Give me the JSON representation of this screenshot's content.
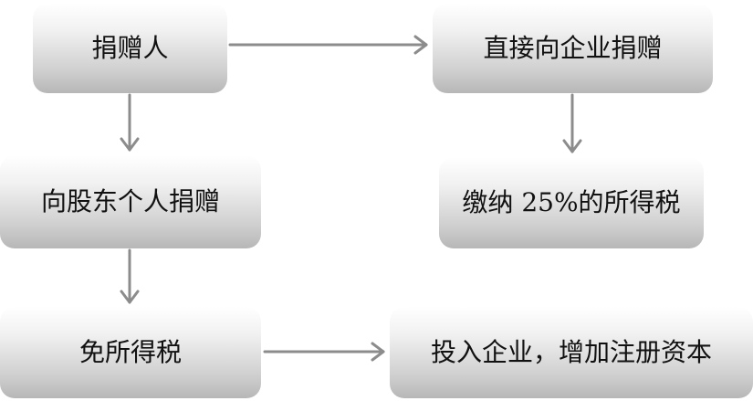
{
  "nodes": {
    "donor": "捐赠人",
    "direct_to_company": "直接向企业捐赠",
    "to_shareholder": "向股东个人捐赠",
    "pay_tax": "缴纳 25%的所得税",
    "tax_exempt": "免所得税",
    "invest_capital": "投入企业，增加注册资本"
  },
  "edges": [
    {
      "from": "donor",
      "to": "direct_to_company"
    },
    {
      "from": "donor",
      "to": "to_shareholder"
    },
    {
      "from": "direct_to_company",
      "to": "pay_tax"
    },
    {
      "from": "to_shareholder",
      "to": "tax_exempt"
    },
    {
      "from": "tax_exempt",
      "to": "invest_capital"
    }
  ],
  "colors": {
    "arrow": "#8c8c8c",
    "node_top": "#ffffff",
    "node_bottom": "#b7b7b7",
    "text": "#111111"
  }
}
